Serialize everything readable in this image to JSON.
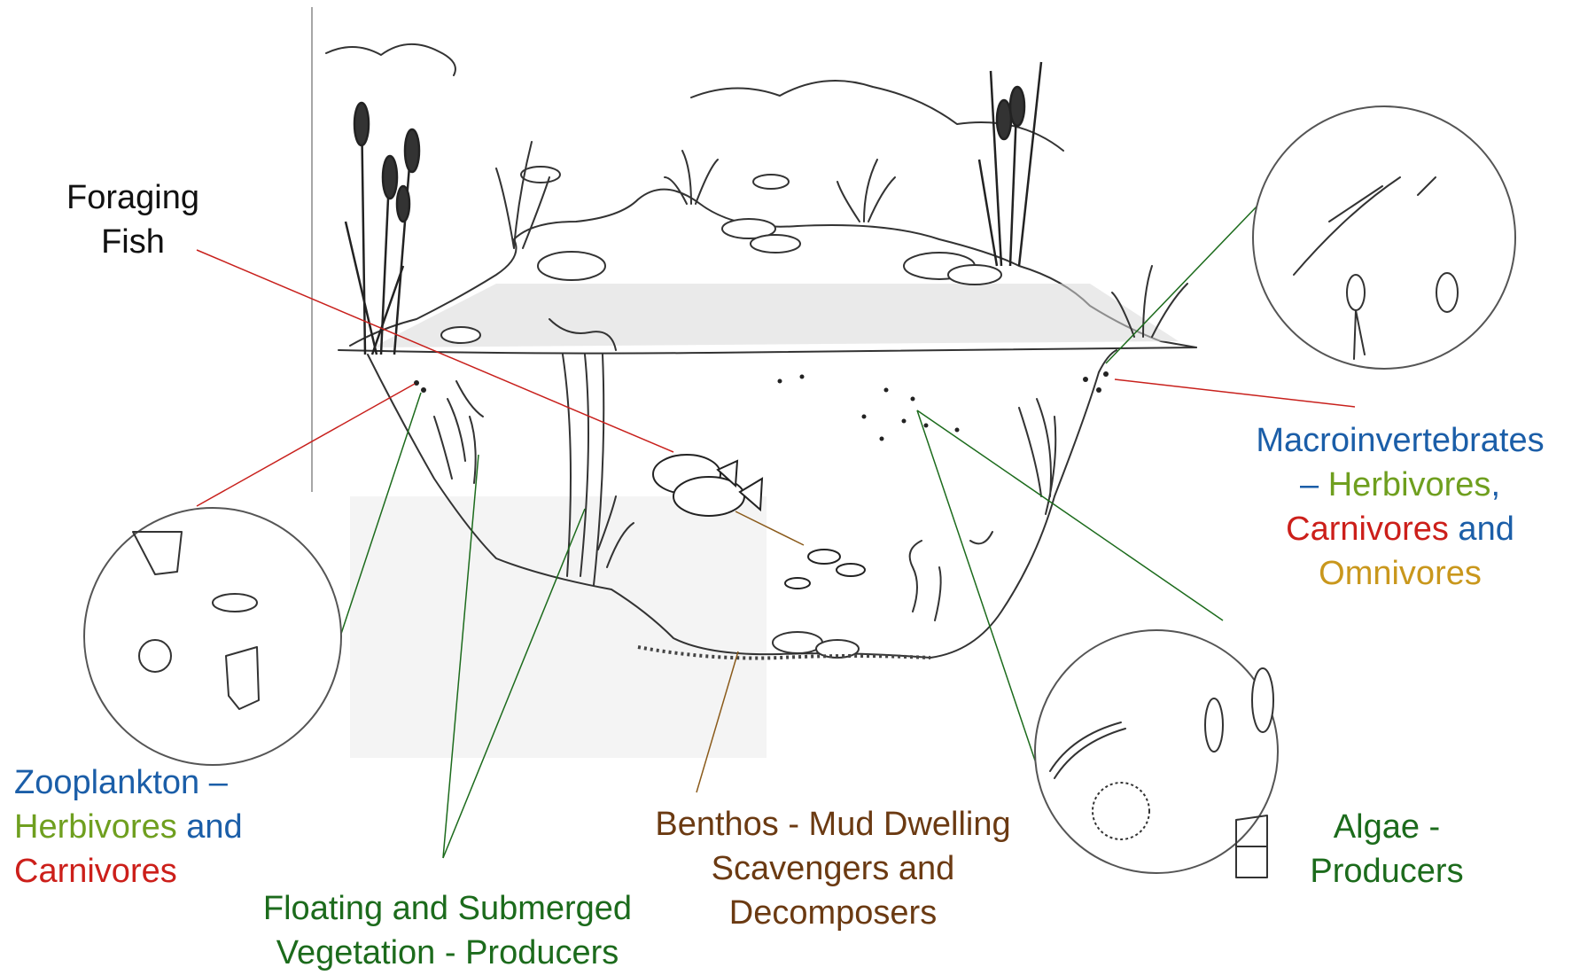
{
  "labels": {
    "foraging_fish": {
      "line1": "Foraging",
      "line2": "Fish"
    },
    "macroinvertebrates": {
      "line1": "Macroinvertebrates",
      "dash": "– ",
      "herbivores": "Herbivores",
      "comma": ",",
      "carnivores": "Carnivores",
      "and": " and",
      "omnivores": "Omnivores"
    },
    "zooplankton": {
      "line1": "Zooplankton –",
      "herbivores": "Herbivores",
      "and": " and",
      "carnivores": "Carnivores"
    },
    "vegetation": {
      "line1": "Floating and Submerged",
      "line2": "Vegetation - Producers"
    },
    "benthos": {
      "line1": "Benthos - Mud Dwelling",
      "line2": "Scavengers and",
      "line3": "Decomposers"
    },
    "algae": {
      "line1": "Algae -",
      "line2": "Producers"
    }
  },
  "colors": {
    "omnivore_blue": "#1b5ea8",
    "herbivore_green": "#6f9f1f",
    "carnivore_red": "#cc1f1a",
    "omnivore_gold": "#c9971c",
    "producer_green": "#1c6b1c",
    "decomposer_brown": "#6b3a12",
    "fish_line_red": "#c8201c",
    "benthos_line_brown": "#8a5a1a"
  }
}
